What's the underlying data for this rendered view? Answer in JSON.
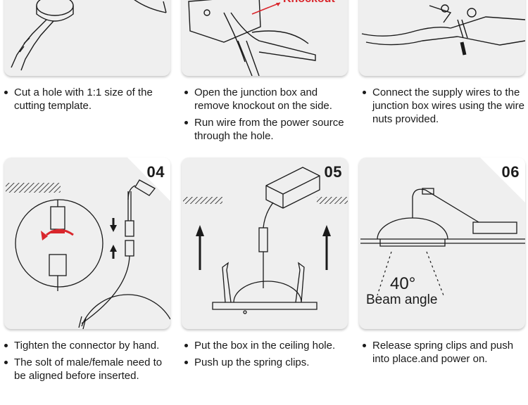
{
  "panels": [
    {
      "number": "",
      "bullets": [
        "Cut a hole with 1:1 size of the cutting template."
      ]
    },
    {
      "number": "",
      "callout": "Knockout",
      "bullets": [
        "Open the junction box and remove knockout on the side.",
        "Run wire from the power source through the hole."
      ]
    },
    {
      "number": "",
      "bullets": [
        "Connect the supply wires to the junction box wires using the wire nuts provided."
      ]
    },
    {
      "number": "04",
      "bullets": [
        "Tighten the connector by hand.",
        "The solt of male/female need to be aligned before inserted."
      ]
    },
    {
      "number": "05",
      "bullets": [
        "Put the box in the ceiling hole.",
        "Push up the spring clips."
      ]
    },
    {
      "number": "06",
      "angle": "40°",
      "angle_label": "Beam angle",
      "bullets": [
        "Release spring clips and push into place.and power on."
      ]
    }
  ],
  "colors": {
    "panel_bg": "#efefef",
    "ink": "#1a1a1a",
    "accent": "#d9262c"
  }
}
